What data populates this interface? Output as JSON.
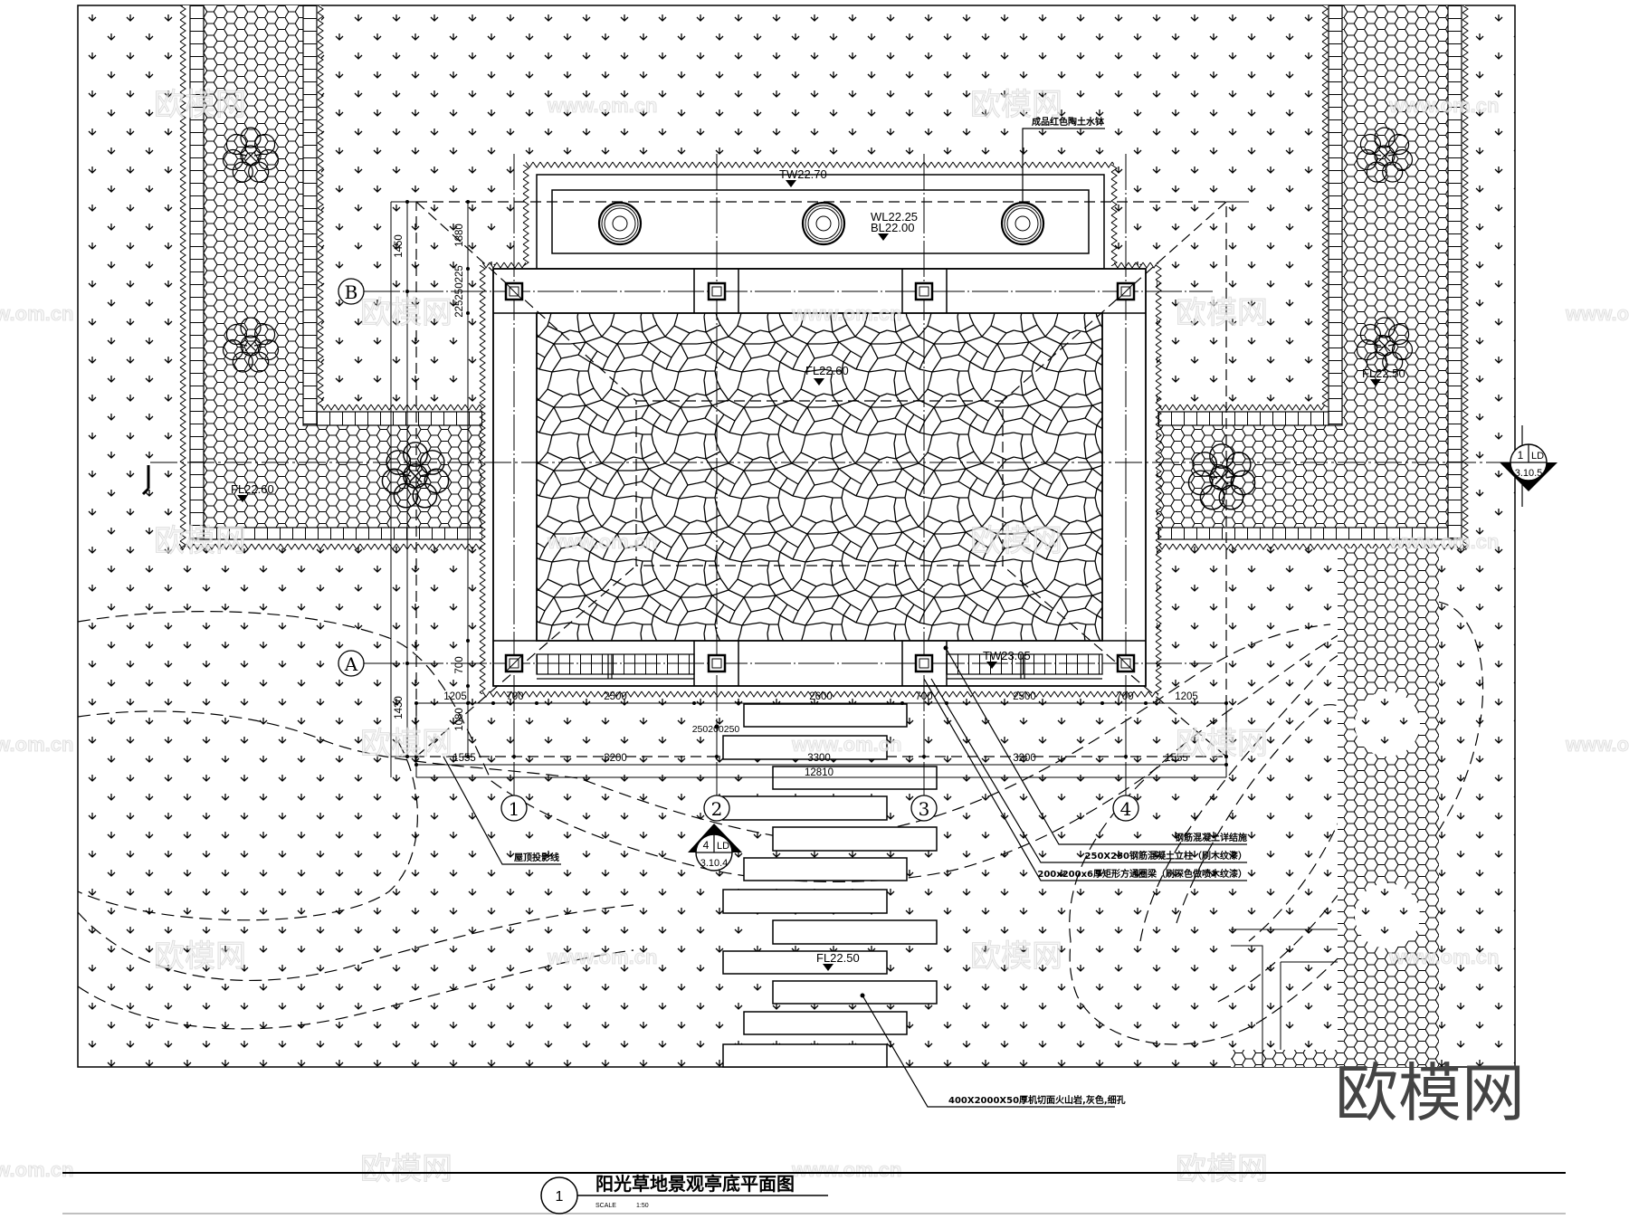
{
  "drawing": {
    "title": "阳光草地景观亭底平面图",
    "number": "1",
    "scale_label": "SCALE",
    "scale_value": "1:50"
  },
  "grid": {
    "row_a": "A",
    "row_b": "B",
    "col_1": "1",
    "col_2": "2",
    "col_3": "3",
    "col_4": "4"
  },
  "elevations": {
    "planter_top": "TW22.70",
    "water_level": "WL22.25",
    "bowl_bottom": "BL22.00",
    "pavilion_floor": "FL22.60",
    "left_path_floor": "FL22.60",
    "right_path_floor": "FL22.50",
    "wall_top": "TW23.05",
    "stepping_floor": "FL22.50"
  },
  "dimensions": {
    "vertical_left": [
      "1450",
      "1880",
      "225250225",
      "700",
      "1430",
      "1080"
    ],
    "row1": [
      "1205",
      "700",
      "2500",
      "2600",
      "700",
      "2500",
      "700",
      "1205"
    ],
    "row2": [
      "250200250"
    ],
    "row3": [
      "1555",
      "3200",
      "3300",
      "3200",
      "1555"
    ],
    "total": "12810"
  },
  "section_markers": [
    {
      "number": "4",
      "sheet": "LD",
      "page": "3.10.4"
    },
    {
      "number": "1",
      "sheet": "LD",
      "page": "3.10.5"
    }
  ],
  "annotations": {
    "water_bowl": "成品红色陶土水钵",
    "roof_projection": "屋顶投影线",
    "rc_structure": "钢筋混凝土详结施",
    "column": "250X250钢筋混凝土立柱（刷木纹漆）",
    "beam": "200x200x6厚矩形方通圈梁（刷深色做喷木纹漆）",
    "stepping_stone": "400X2000X50厚机切面火山岩,灰色,细孔"
  },
  "watermark": {
    "brand": "欧模网",
    "url": "www.om.cn"
  },
  "colors": {
    "line": "#000000",
    "background": "#ffffff",
    "watermark_faint": "#cfcfcf",
    "watermark_large": "#444444"
  }
}
